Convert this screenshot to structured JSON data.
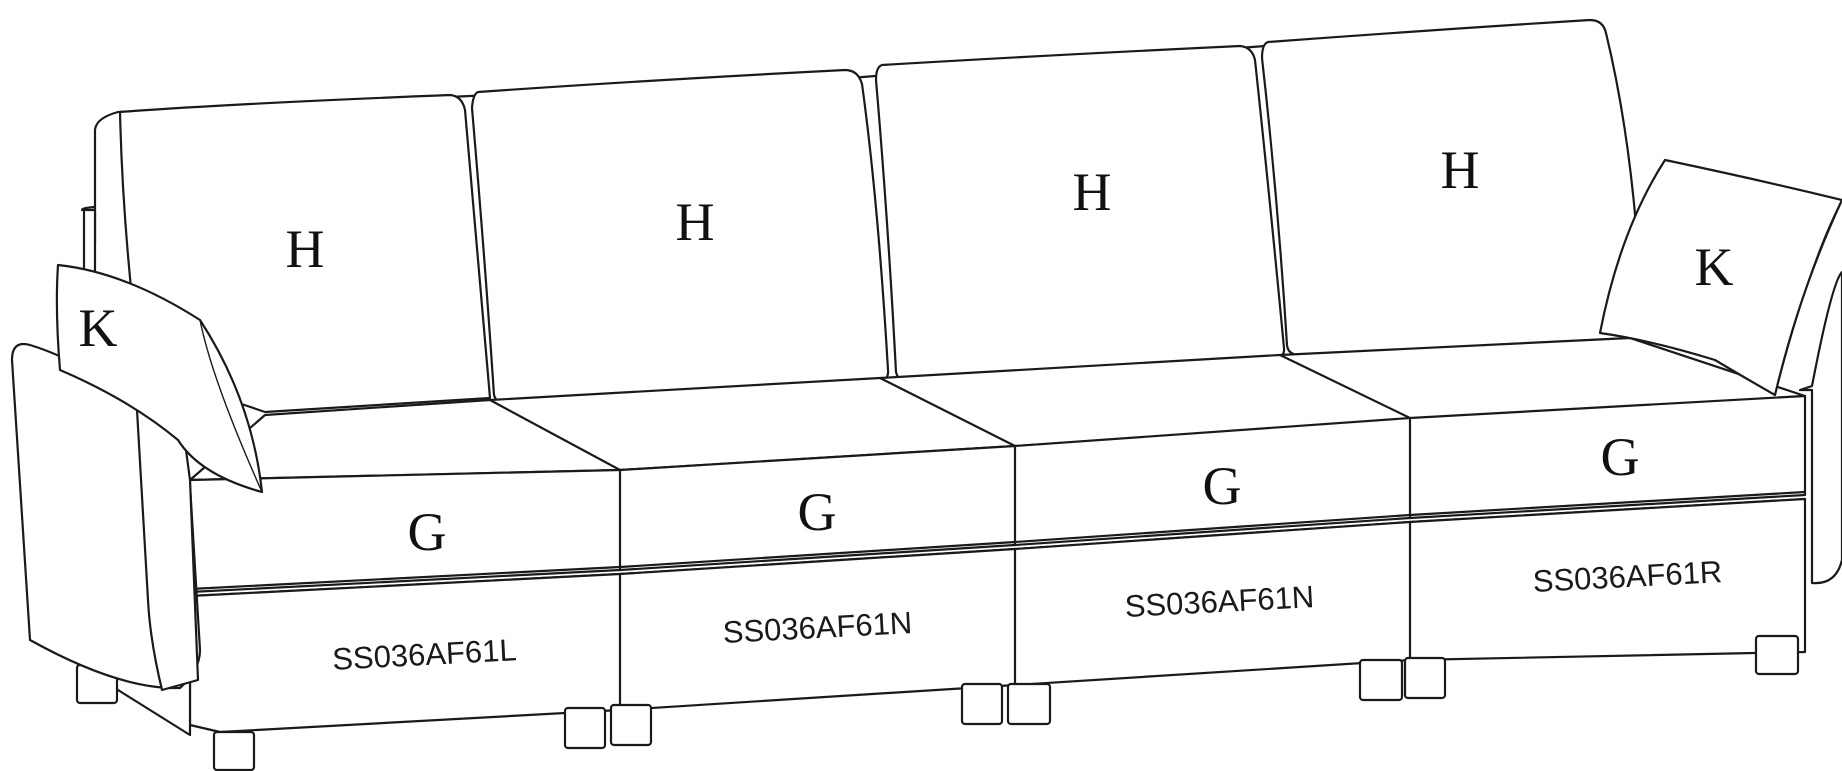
{
  "labels": {
    "back_cushion": "H",
    "seat_cushion": "G",
    "pillow": "K"
  },
  "modules": [
    {
      "code": "SS036AF61L"
    },
    {
      "code": "SS036AF61N"
    },
    {
      "code": "SS036AF61N"
    },
    {
      "code": "SS036AF61R"
    }
  ]
}
